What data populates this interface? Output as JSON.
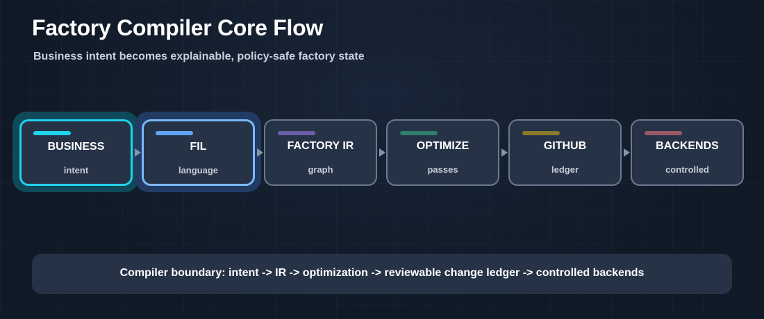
{
  "header": {
    "title": "Factory Compiler Core Flow",
    "subtitle": "Business intent becomes explainable, policy-safe factory state"
  },
  "nodes": [
    {
      "label": "BUSINESS",
      "sub": "intent",
      "accent": "#22d3ee",
      "border": "#22d3ee",
      "halo": "#0f4a5a",
      "active": true
    },
    {
      "label": "FIL",
      "sub": "language",
      "accent": "#60a5fa",
      "border": "#7cb8fb",
      "halo": "#213b63",
      "active": true
    },
    {
      "label": "FACTORY IR",
      "sub": "graph",
      "accent": "#6b5fa8",
      "border": "#6b7a90",
      "active": false
    },
    {
      "label": "OPTIMIZE",
      "sub": "passes",
      "accent": "#2f7d6d",
      "border": "#6b7a90",
      "active": false
    },
    {
      "label": "GITHUB",
      "sub": "ledger",
      "accent": "#8a7a2c",
      "border": "#6b7a90",
      "active": false
    },
    {
      "label": "BACKENDS",
      "sub": "controlled",
      "accent": "#9a5a68",
      "border": "#6b7a90",
      "active": false
    }
  ],
  "footer": {
    "boundary_text": "Compiler boundary: intent -> IR -> optimization -> reviewable change ledger -> controlled backends"
  }
}
